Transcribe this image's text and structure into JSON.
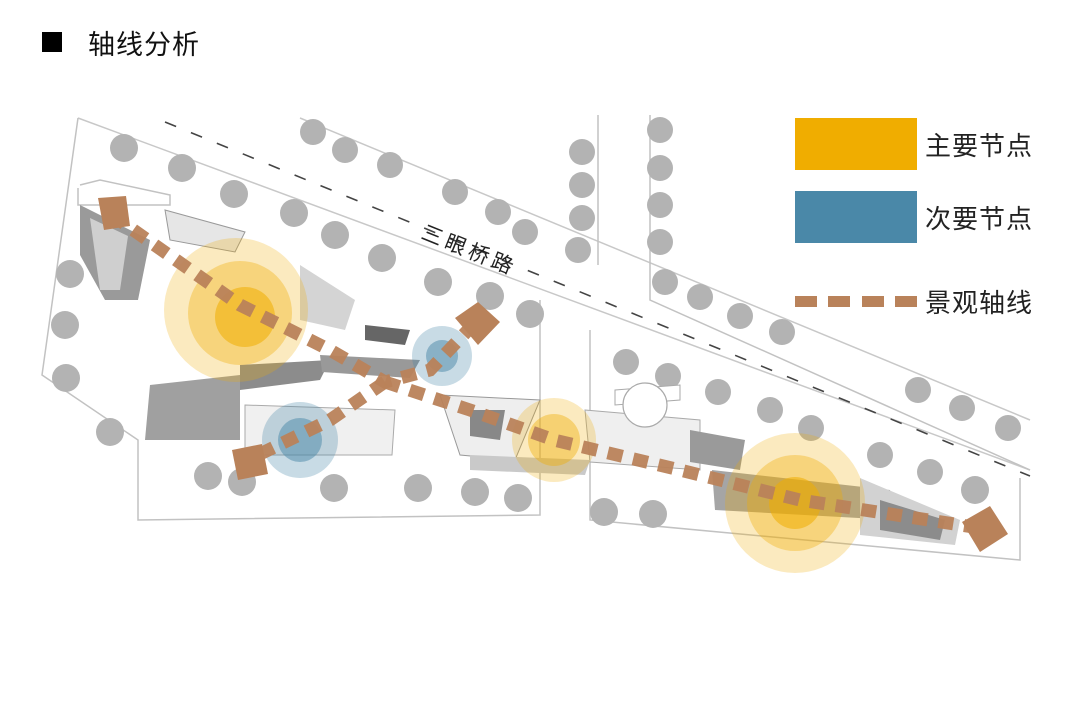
{
  "header": {
    "title": "轴线分析"
  },
  "map": {
    "road_label": "三眼桥路"
  },
  "legend": {
    "items": [
      {
        "label": "主要节点",
        "color": "#f0ad00",
        "kind": "primary-node"
      },
      {
        "label": "次要节点",
        "color": "#4a88a8",
        "kind": "secondary-node"
      },
      {
        "label": "景观轴线",
        "color": "#b9825a",
        "kind": "landscape-axis"
      }
    ]
  },
  "colors": {
    "tree": "#b5b5b5",
    "outline": "#bdbdbd",
    "building": "#8a8a8a",
    "primary_node": "#f0ad00",
    "secondary_node": "#4a88a8",
    "axis": "#b9825a"
  },
  "icons": [
    "square-bullet-icon",
    "tree-icon",
    "entrance-marker-icon"
  ]
}
